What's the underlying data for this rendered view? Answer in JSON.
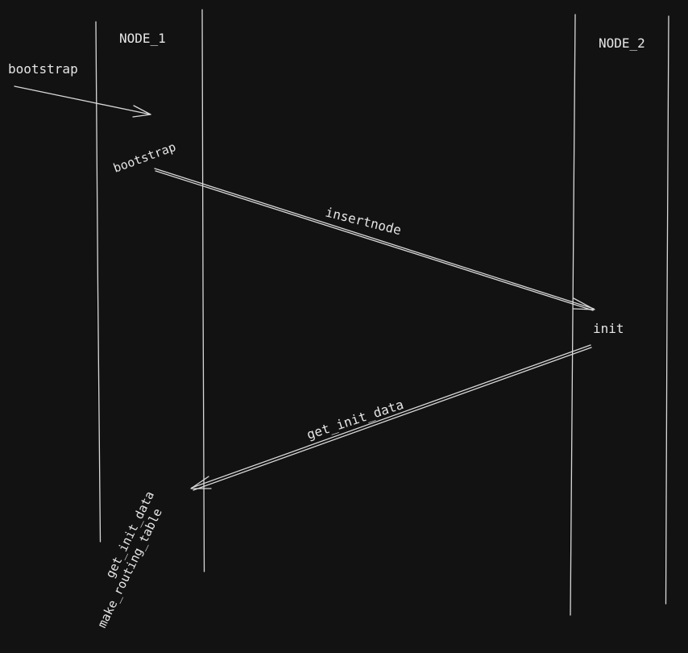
{
  "theme": {
    "background": "#121212",
    "stroke": "#d8d8d8",
    "text": "#e6e6e6"
  },
  "lanes": [
    {
      "name": "NODE_1"
    },
    {
      "name": "NODE_2"
    }
  ],
  "messages": [
    {
      "label": "bootstrap",
      "from": "external",
      "to": "NODE_1"
    },
    {
      "label": "insertnode",
      "from": "NODE_1",
      "to": "NODE_2"
    },
    {
      "label": "get_init_data",
      "from": "NODE_2",
      "to": "NODE_1"
    }
  ],
  "activations": [
    {
      "label": "bootstrap",
      "lane": "NODE_1"
    },
    {
      "label": "init",
      "lane": "NODE_2"
    },
    {
      "label": "get_init_data",
      "lane": "NODE_1"
    },
    {
      "label": "make_routing_table",
      "lane": "NODE_1"
    }
  ]
}
